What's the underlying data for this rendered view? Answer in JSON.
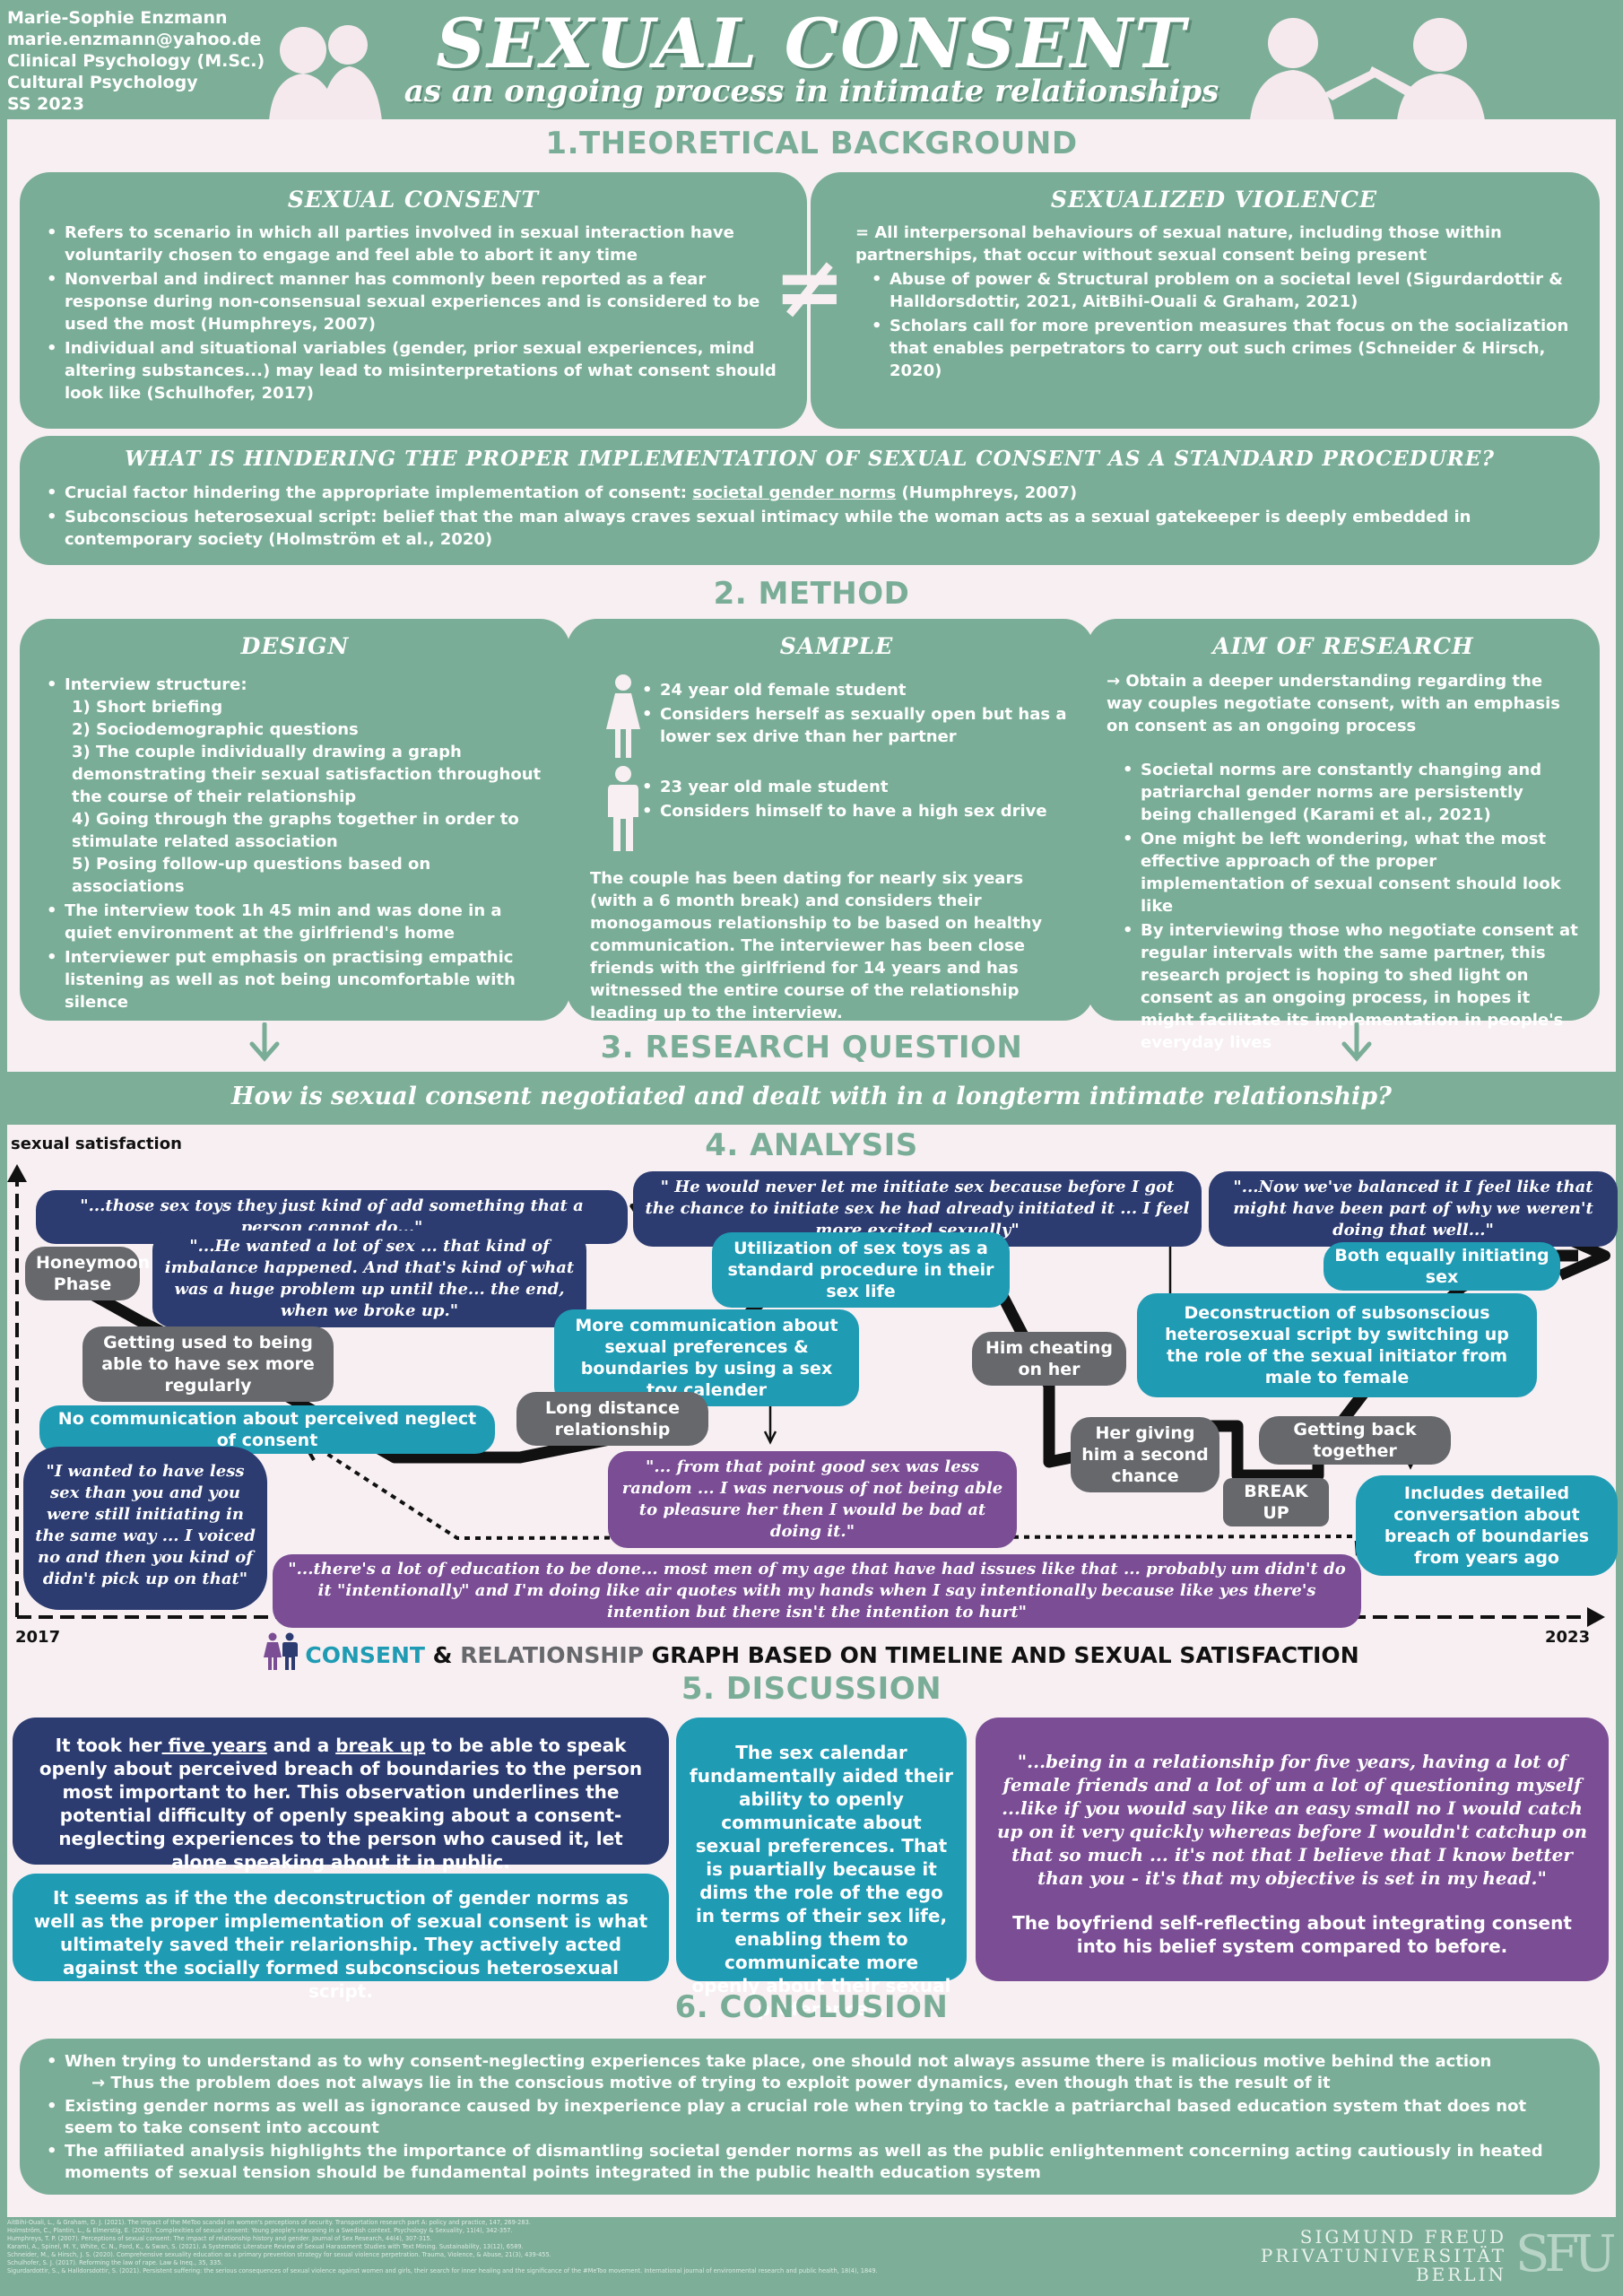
{
  "author": {
    "name": "Marie-Sophie Enzmann",
    "email": "marie.enzmann@yahoo.de",
    "program": "Clinical Psychology (M.Sc.)",
    "course": "Cultural Psychology",
    "term": "SS 2023"
  },
  "title": "SEXUAL CONSENT",
  "subtitle": "as an ongoing process in intimate relationships",
  "sec1": {
    "title": "1.THEORETICAL BACKGROUND",
    "consent_title": "SEXUAL CONSENT",
    "consent_points": [
      "Refers to scenario in which all parties involved in sexual interaction have voluntarily chosen to engage and feel able to abort it any time",
      "Nonverbal and indirect manner has commonly been reported as a fear response during non-consensual sexual experiences and is considered to be used the most (Humphreys, 2007)",
      "Individual and situational variables (gender, prior sexual experiences, mind altering substances...) may lead to misinterpretations of what consent should look like (Schulhofer, 2017)"
    ],
    "neq": "≠",
    "violence_title": "SEXUALIZED VIOLENCE",
    "violence_intro": "= All interpersonal behaviours of sexual nature, including those within partnerships, that occur without sexual consent being present",
    "violence_points": [
      "Abuse of power & Structural problem on a societal level (Sigurdardottir & Halldorsdottir, 2021, AitBihi-Ouali & Graham, 2021)",
      "Scholars call for more prevention measures that focus on the socialization that enables perpetrators to carry out such crimes (Schneider & Hirsch, 2020)"
    ],
    "hinder_title": "WHAT IS HINDERING THE PROPER IMPLEMENTATION OF SEXUAL CONSENT AS A STANDARD PROCEDURE?",
    "hinder_p1_pre": "Crucial factor hindering the appropriate implementation of consent: ",
    "hinder_p1_u": "societal gender norms",
    "hinder_p1_post": " (Humphreys, 2007)",
    "hinder_p2": "Subconscious heterosexual script: belief that the man always craves sexual intimacy while the woman acts as a sexual gatekeeper is deeply embedded in contemporary society (Holmström et al., 2020)"
  },
  "sec2": {
    "title": "2. METHOD",
    "design_title": "DESIGN",
    "design_struct": "Interview structure:",
    "design_steps": [
      "1) Short briefing",
      "2) Sociodemographic questions",
      "3) The couple individually drawing a graph demonstrating their sexual satisfaction throughout the course of their relationship",
      "4) Going through the graphs together in order to stimulate related association",
      "5) Posing follow-up questions based on associations"
    ],
    "design_points": [
      "The interview took 1h 45 min and was done in a quiet environment at the girlfriend's home",
      "Interviewer put emphasis on practising empathic listening as well as not being uncomfortable with silence"
    ],
    "sample_title": "SAMPLE",
    "female_points": [
      "24 year old female student",
      "Considers herself as sexually open but has a lower sex drive than her partner"
    ],
    "male_points": [
      "23 year old male student",
      "Considers himself to have a high sex drive"
    ],
    "sample_text": "The couple has been dating for nearly six years (with a 6 month break) and considers their monogamous relationship to be based on healthy communication. The interviewer has been close friends with the girlfriend for 14 years and has witnessed the entire course of the relationship leading up to the interview.",
    "aim_title": "AIM OF RESEARCH",
    "aim_intro": "→ Obtain a deeper understanding regarding the way couples negotiate consent, with an emphasis on consent as an ongoing process",
    "aim_points": [
      "Societal norms are constantly changing and patriarchal gender norms are persistently being challenged (Karami et al., 2021)",
      "One might be left wondering, what the most effective approach of the proper implementation of sexual consent should look like",
      "By interviewing those who negotiate consent at regular intervals with the same partner, this research project is hoping to shed light on consent as an ongoing process, in hopes it might facilitate its implementation  in people's everyday lives"
    ]
  },
  "sec3": {
    "title": "3. RESEARCH QUESTION",
    "question": "How is sexual consent negotiated and dealt with in a longterm intimate relationship?"
  },
  "sec4": {
    "title": "4. ANALYSIS",
    "y_label": "sexual satisfaction",
    "x_start": "2017",
    "x_end": "2023",
    "legend_consent": "CONSENT",
    "legend_amp": "&",
    "legend_rel": "RELATIONSHIP",
    "legend_rest": "GRAPH BASED ON TIMELINE AND SEXUAL SATISFACTION",
    "bubbles": {
      "honeymoon": "Honeymoon Phase",
      "getting_used": "Getting used to being able to have sex more regularly",
      "long_distance": "Long distance relationship",
      "cheating": "Him cheating on her",
      "second_chance": "Her giving him a second chance",
      "getting_back": "Getting back together",
      "break_up": "BREAK UP",
      "no_comm": "No communication about perceived neglect of consent",
      "sex_toys_std": "Utilization of sex toys as a standard procedure in their sex life",
      "more_comm": "More communication about sexual preferences & boundaries by using a sex toy calender",
      "deconstruction": "Deconstruction of subsonscious heterosexual script by switching up the role of the sexual initiator from male to female",
      "both_initiating": "Both equally initiating sex",
      "detailed_conv": "Includes detailed conversation about breach of boundaries from years ago",
      "q_sex_toys": "\"...those sex toys they just kind of add something that a person cannot do...\"",
      "q_imbalance": "\"...He wanted a lot of sex ... that kind of imbalance happened. And that's kind of what was a huge problem up until the... the end, when we broke up.\"",
      "q_initiate": "\" He would never let me initiate sex because before I got the chance to initiate sex he had already initiated it ... I feel more excited sexually\"",
      "q_balanced": "\"...Now we've balanced it I feel like that might have been part of why we weren't doing that well...\"",
      "q_less_sex": "\"I wanted to have less sex than you and you were still initiating in the same way ... I voiced no and then you kind of didn't pick up on that\"",
      "q_random": "\"... from that point good sex was less random ... I was nervous of not being able to pleasure her then I would be bad at doing it.\"",
      "q_education": "\"...there's a lot of education to be done... most men of my age that have had issues like that ... probably um didn't do it \"intentionally\" and I'm doing like air quotes with my hands when I say intentionally because like yes there's intention but there isn't the intention to hurt\""
    }
  },
  "sec5": {
    "title": "5. DISCUSSION",
    "box1_a": "It took her",
    "box1_u1": " five years",
    "box1_b": " and a ",
    "box1_u2": "break up",
    "box1_c": " to be able to speak openly about perceived breach of boundaries to the person most important to her. This observation underlines the potential difficulty of openly speaking about a consent-neglecting experiences to the person who caused it, let alone speaking about it in public.",
    "box2": "It seems as if the the deconstruction of gender norms as well as the proper implementation of sexual consent is what ultimately saved their relarionship. They actively acted against the socially formed subconscious heterosexual script.",
    "box3": "The sex calendar fundamentally aided their ability to openly communicate about sexual preferences. That is puartially because it dims the role of the ego in terms of their sex life, enabling them to communicate more openly about their sexual preferences.",
    "box4_quote": "\"...being in a relationship for five years, having a lot of female friends and a lot of um a lot of questioning myself ...like if you would say like an easy small no I would catch up on it very quickly whereas before I wouldn't catchup on that so much ... it's not that I believe that I know better than you - it's that my objective is set in my head.\"",
    "box4_text": "The boyfriend self-reflecting about integrating consent into his belief system compared to before."
  },
  "sec6": {
    "title": "6. CONCLUSION",
    "points": [
      "When trying to understand as to why consent-neglecting experiences take place, one should not always assume there is malicious motive behind the action",
      "Existing gender norms as well as ignorance caused by inexperience play a crucial role when trying to tackle a patriarchal based education system that does not seem to take consent into account",
      "The affiliated analysis highlights the importance of dismantling societal gender norms as well as the public enlightenment concerning acting cautiously in heated moments of sexual tension should be fundamental points integrated in the public health education system"
    ],
    "sub_point": "→ Thus the problem does not always lie in the conscious motive of trying to exploit power dynamics, even though that is the result of it"
  },
  "footer": {
    "refs": [
      "AitBihi-Ouali, L., & Graham, D. J. (2021). The impact of the MeToo scandal on women's perceptions of security. Transportation research part A: policy and practice, 147, 269-283.",
      "Holmström, C., Plantin, L., & Elmerstig, E. (2020). Complexities of sexual consent: Young people's reasoning in a Swedish context. Psychology & Sexuality, 11(4), 342-357.",
      "Humphreys, T. P. (2007). Perceptions of sexual consent: The impact of relationship history and gender. Journal of Sex Research, 44(4), 307-315.",
      "Karami, A., Spinel, M. Y., White, C. N., Ford, K., & Swan, S. (2021). A Systematic Literature Review of Sexual Harassment Studies with Text Mining. Sustainability, 13(12), 6589.",
      "Schneider, M., & Hirsch, J. S. (2020). Comprehensive sexuality education as a primary prevention strategy for sexual violence perpetration. Trauma, Violence, & Abuse, 21(3), 439-455.",
      "Schulhofer, S. J. (2017). Reforming the law of rape. Law & Ineq., 35, 335.",
      "Sigurdardottir, S., & Halldorsdottir, S. (2021). Persistent suffering: the serious consequences of sexual violence against women and girls, their search for inner healing and the significance of the #MeToo movement. International journal of environmental research and public health, 18(4), 1849."
    ],
    "uni_1": "SIGMUND FREUD",
    "uni_2": "PRIVATUNIVERSITÄT",
    "uni_3": "BERLIN",
    "logo": "SFU"
  },
  "colors": {
    "green": "#7aad97",
    "cream": "#f7eff2",
    "teal": "#1f9bb4",
    "navy": "#2c3b70",
    "purple": "#7a4d94",
    "grey": "#66686c"
  },
  "icons": [
    "female-person-icon",
    "male-person-icon",
    "couple-icon",
    "arrow-down-icon",
    "not-equal-icon"
  ]
}
